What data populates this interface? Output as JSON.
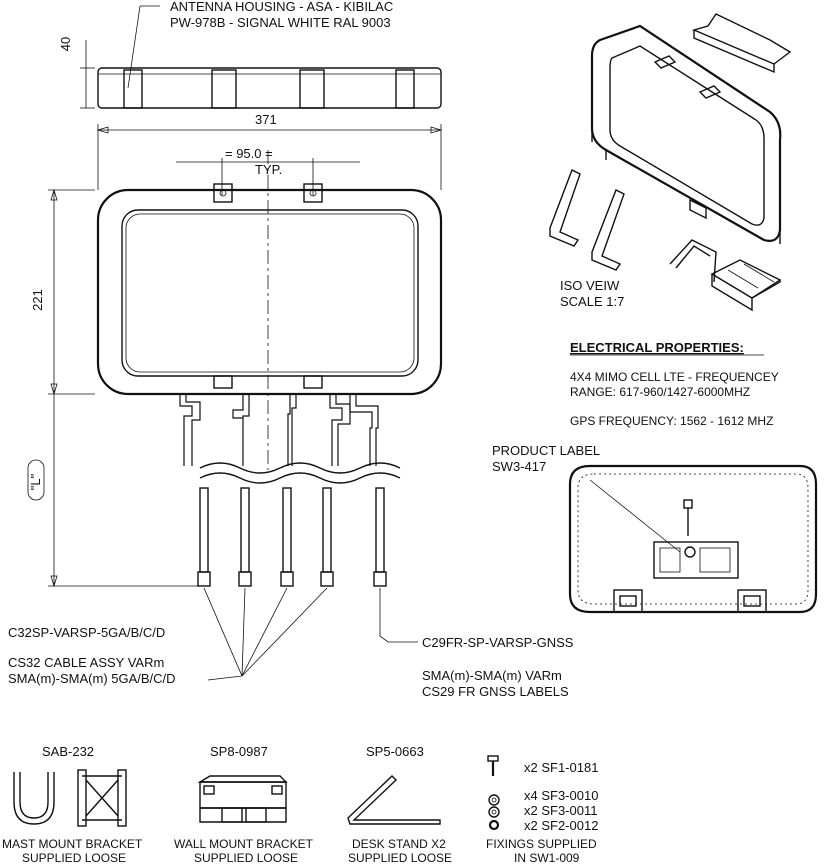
{
  "housing": {
    "title_line1": "ANTENNA HOUSING - ASA - KIBILAC",
    "title_line2": "PW-978B - SIGNAL WHITE RAL 9003"
  },
  "dimensions": {
    "height_top": "40",
    "width": "371",
    "hole_spacing": "= 95.0 =",
    "hole_typ": "TYP.",
    "height_main": "221",
    "length": "\"L\""
  },
  "iso": {
    "line1": "ISO VEIW",
    "line2": "SCALE 1:7"
  },
  "electrical": {
    "heading": "ELECTRICAL PROPERTIES:",
    "line1": "4X4 MIMO CELL LTE - FREQUENCEY",
    "line2": "RANGE: 617-960/1427-6000MHZ",
    "gps": "GPS FREQUENCY: 1562 - 1612 MHZ"
  },
  "product_label": {
    "line1": "PRODUCT LABEL",
    "line2": "SW3-417"
  },
  "cables": {
    "c32_part": "C32SP-VARSP-5GA/B/C/D",
    "c32_desc1": "CS32 CABLE ASSY VARm",
    "c32_desc2": "SMA(m)-SMA(m) 5GA/B/C/D",
    "c29_part": "C29FR-SP-VARSP-GNSS",
    "c29_desc1": "SMA(m)-SMA(m) VARm",
    "c29_desc2": "CS29 FR GNSS LABELS"
  },
  "parts": [
    {
      "code": "SAB-232",
      "name1": "MAST MOUNT BRACKET",
      "name2": "SUPPLIED LOOSE"
    },
    {
      "code": "SP8-0987",
      "name1": "WALL MOUNT BRACKET",
      "name2": "SUPPLIED LOOSE"
    },
    {
      "code": "SP5-0663",
      "name1": "DESK STAND X2",
      "name2": "SUPPLIED LOOSE"
    }
  ],
  "fixings": {
    "screw": "x2 SF1-0181",
    "washer1": "x4 SF3-0010",
    "washer2": "x2 SF3-0011",
    "nut": "x2 SF2-0012",
    "caption1": "FIXINGS SUPPLIED",
    "caption2": "IN SW1-009"
  }
}
